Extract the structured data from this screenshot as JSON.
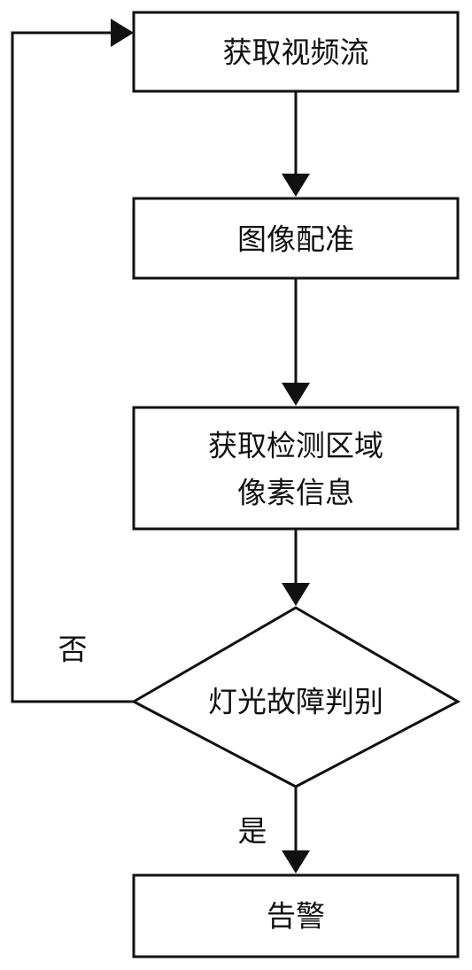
{
  "flowchart": {
    "steps": {
      "get_video_stream": "获取视频流",
      "image_registration": "图像配准",
      "get_detection_pixels_line1": "获取检测区域",
      "get_detection_pixels_line2": "像素信息",
      "light_fault_judgment": "灯光故障判别",
      "alarm": "告警"
    },
    "branches": {
      "no": "否",
      "yes": "是"
    }
  }
}
